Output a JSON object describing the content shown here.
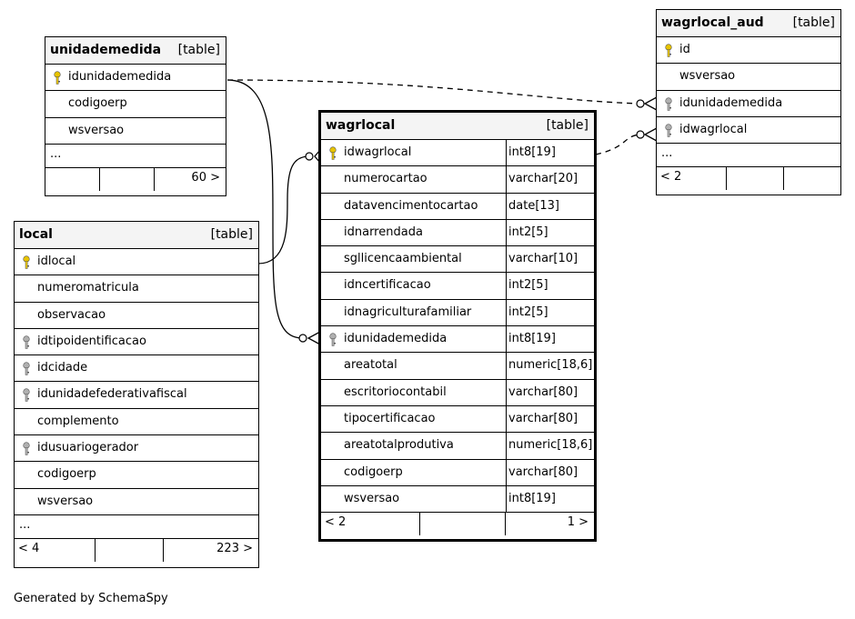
{
  "footer": {
    "text": "Generated by SchemaSpy"
  },
  "tables": {
    "unidademedida": {
      "name": "unidademedida",
      "type": "[table]",
      "columns": [
        {
          "name": "idunidademedida",
          "key": "pk"
        },
        {
          "name": "codigoerp",
          "key": ""
        },
        {
          "name": "wsversao",
          "key": ""
        }
      ],
      "more": "...",
      "footer": [
        "",
        "",
        "60 >"
      ]
    },
    "local": {
      "name": "local",
      "type": "[table]",
      "columns": [
        {
          "name": "idlocal",
          "key": "pk"
        },
        {
          "name": "numeromatricula",
          "key": ""
        },
        {
          "name": "observacao",
          "key": ""
        },
        {
          "name": "idtipoidentificacao",
          "key": "fk"
        },
        {
          "name": "idcidade",
          "key": "fk"
        },
        {
          "name": "idunidadefederativafiscal",
          "key": "fk"
        },
        {
          "name": "complemento",
          "key": ""
        },
        {
          "name": "idusuariogerador",
          "key": "fk"
        },
        {
          "name": "codigoerp",
          "key": ""
        },
        {
          "name": "wsversao",
          "key": ""
        }
      ],
      "more": "...",
      "footer": [
        "< 4",
        "",
        "223 >"
      ]
    },
    "wagrlocal": {
      "name": "wagrlocal",
      "type": "[table]",
      "columns": [
        {
          "name": "idwagrlocal",
          "key": "pk",
          "type": "int8[19]"
        },
        {
          "name": "numerocartao",
          "key": "",
          "type": "varchar[20]"
        },
        {
          "name": "datavencimentocartao",
          "key": "",
          "type": "date[13]"
        },
        {
          "name": "idnarrendada",
          "key": "",
          "type": "int2[5]"
        },
        {
          "name": "sgllicencaambiental",
          "key": "",
          "type": "varchar[10]"
        },
        {
          "name": "idncertificacao",
          "key": "",
          "type": "int2[5]"
        },
        {
          "name": "idnagriculturafamiliar",
          "key": "",
          "type": "int2[5]"
        },
        {
          "name": "idunidademedida",
          "key": "fk",
          "type": "int8[19]"
        },
        {
          "name": "areatotal",
          "key": "",
          "type": "numeric[18,6]"
        },
        {
          "name": "escritoriocontabil",
          "key": "",
          "type": "varchar[80]"
        },
        {
          "name": "tipocertificacao",
          "key": "",
          "type": "varchar[80]"
        },
        {
          "name": "areatotalprodutiva",
          "key": "",
          "type": "numeric[18,6]"
        },
        {
          "name": "codigoerp",
          "key": "",
          "type": "varchar[80]"
        },
        {
          "name": "wsversao",
          "key": "",
          "type": "int8[19]"
        }
      ],
      "footer": [
        "< 2",
        "",
        "1 >"
      ]
    },
    "wagrlocal_aud": {
      "name": "wagrlocal_aud",
      "type": "[table]",
      "columns": [
        {
          "name": "id",
          "key": "pk"
        },
        {
          "name": "wsversao",
          "key": ""
        },
        {
          "name": "idunidademedida",
          "key": "fk"
        },
        {
          "name": "idwagrlocal",
          "key": "fk"
        }
      ],
      "more": "...",
      "footer": [
        "< 2",
        "",
        ""
      ]
    }
  },
  "colors": {
    "pk_key": "#e8c400",
    "fk_key": "#b0b0b0",
    "header_bg": "#f4f4f4"
  },
  "icons": {
    "pk": "key-icon",
    "fk": "key-icon"
  }
}
